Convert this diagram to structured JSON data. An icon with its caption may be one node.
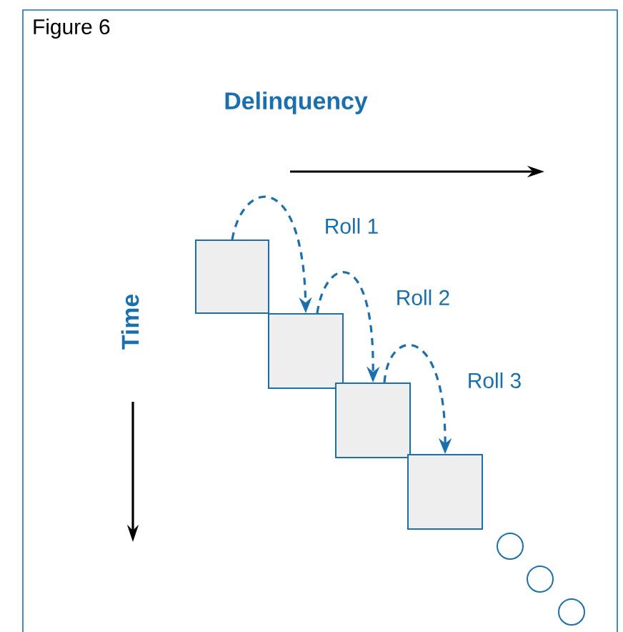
{
  "diagram": {
    "title": "Figure 6",
    "nodes": [
      {
        "text": [],
        "shape": "box"
      },
      {
        "text": [],
        "shape": "box"
      },
      {
        "text": [],
        "shape": "box"
      },
      {
        "text": [],
        "shape": "box"
      },
      {
        "text": [],
        "shape": "circle"
      },
      {
        "text": [],
        "shape": "circle"
      },
      {
        "text": [],
        "shape": "circle"
      }
    ],
    "edges": [
      {
        "from": 0,
        "to": 1,
        "arrow": "to",
        "label": "Roll 1",
        "style": "dashed"
      },
      {
        "from": 1,
        "to": 2,
        "arrow": "to",
        "label": "Roll 2",
        "style": "dashed"
      },
      {
        "from": 2,
        "to": 3,
        "arrow": "to",
        "label": "Roll 3",
        "style": "dashed"
      }
    ],
    "labels": [
      "Delinquency",
      "Time"
    ]
  }
}
